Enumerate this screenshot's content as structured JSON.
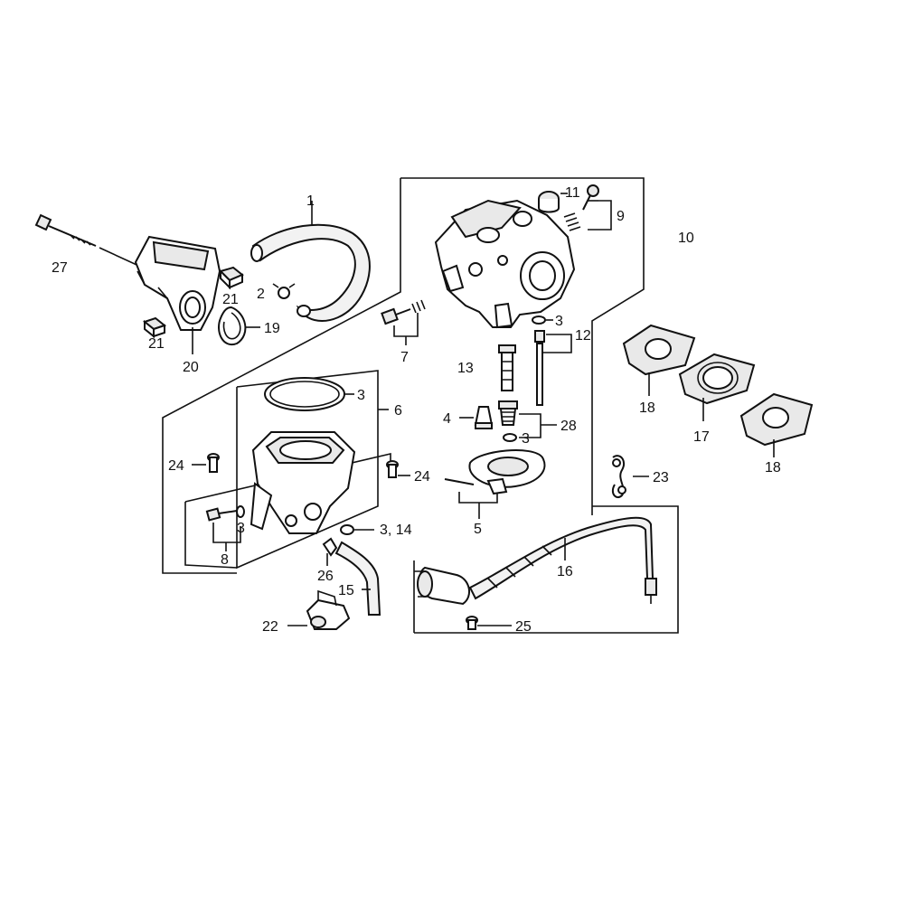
{
  "callouts": {
    "c1": "1",
    "c2": "2",
    "c3a": "3",
    "c3b": "3",
    "c3c": "3",
    "c3d": "3",
    "c3_14": "3, 14",
    "c4": "4",
    "c5": "5",
    "c6": "6",
    "c7": "7",
    "c8": "8",
    "c9": "9",
    "c10": "10",
    "c11": "11",
    "c12": "12",
    "c13": "13",
    "c15": "15",
    "c16": "16",
    "c17": "17",
    "c18a": "18",
    "c18b": "18",
    "c19": "19",
    "c20": "20",
    "c21a": "21",
    "c21b": "21",
    "c22": "22",
    "c23": "23",
    "c24a": "24",
    "c24b": "24",
    "c25": "25",
    "c26": "26",
    "c27": "27",
    "c28": "28"
  }
}
